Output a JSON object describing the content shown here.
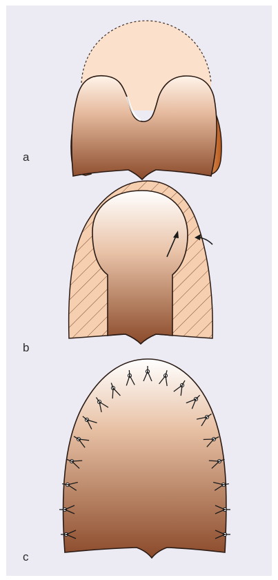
{
  "figure": {
    "panels": [
      {
        "id": "a",
        "label": "a"
      },
      {
        "id": "b",
        "label": "b"
      },
      {
        "id": "c",
        "label": "c"
      }
    ],
    "colors": {
      "background": "#eceaf3",
      "skin_light": "#fbe1cb",
      "tissue_light": "#fff4ea",
      "tissue_dark": "#8a4a2a",
      "flap_orange": "#d9782e",
      "hatch_fill": "#f5cfb0",
      "outline": "#2a1a14"
    }
  }
}
